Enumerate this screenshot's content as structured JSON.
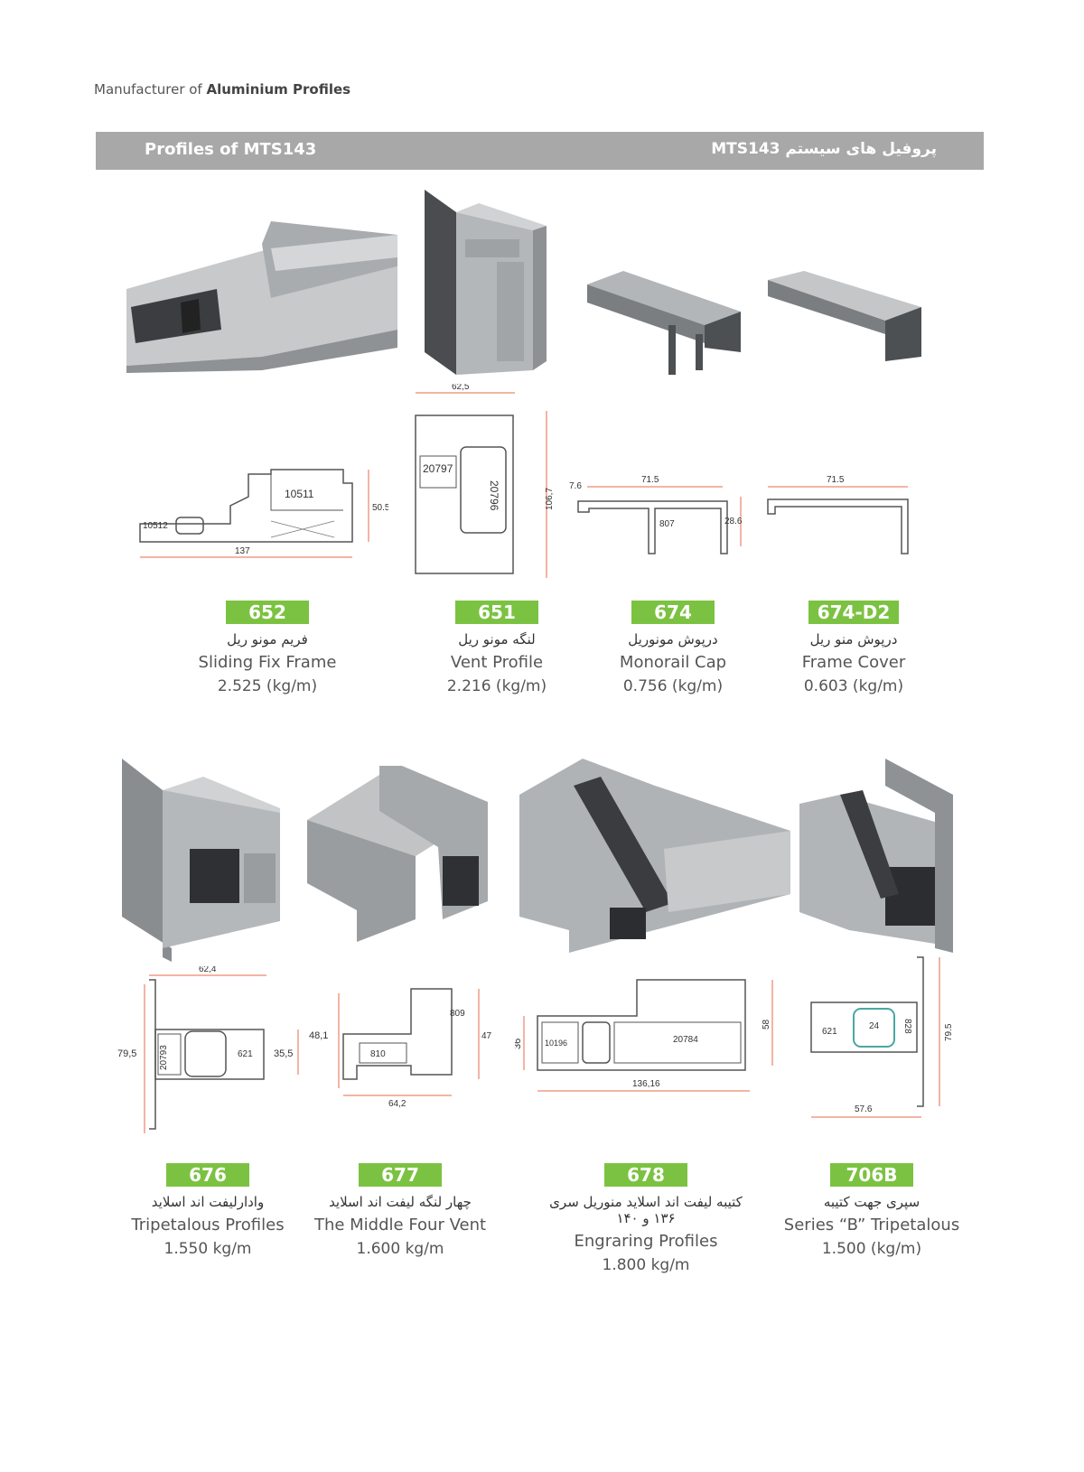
{
  "header": {
    "prefix": "Manufacturer of ",
    "brand": "Aluminium Profiles"
  },
  "banner": {
    "title_en": "Profiles of MTS143",
    "title_fa": "پروفیل های سیستم MTS143"
  },
  "profiles": [
    {
      "code": "652",
      "name_fa": "فریم مونو ریل",
      "name_en": "Sliding Fix Frame",
      "weight": "2.525 (kg/m)",
      "dims": [
        "10511",
        "10512",
        "50.5",
        "137"
      ]
    },
    {
      "code": "651",
      "name_fa": "لنگه مونو ریل",
      "name_en": "Vent Profile",
      "weight": "2.216 (kg/m)",
      "dims": [
        "62,5",
        "20797",
        "20796",
        "106,7"
      ]
    },
    {
      "code": "674",
      "name_fa": "درپوش مونوریل",
      "name_en": "Monorail Cap",
      "weight": "0.756 (kg/m)",
      "dims": [
        "7.6",
        "71.5",
        "807",
        "28.6"
      ]
    },
    {
      "code": "674-D2",
      "name_fa": "درپوش منو ریل",
      "name_en": "Frame Cover",
      "weight": "0.603 (kg/m)",
      "dims": [
        "71.5"
      ]
    },
    {
      "code": "676",
      "name_fa": "وادارلیفت اند اسلاید",
      "name_en": "Tripetalous Profiles",
      "weight": "1.550 kg/m",
      "dims": [
        "62,4",
        "79,5",
        "20793",
        "621",
        "35,5"
      ]
    },
    {
      "code": "677",
      "name_fa": "چهار لنگه لیفت اند اسلاید",
      "name_en": "The Middle Four Vent",
      "weight": "1.600 kg/m",
      "dims": [
        "48,1",
        "809",
        "810",
        "47",
        "64,2"
      ]
    },
    {
      "code": "678",
      "name_fa": "کتیبه لیفت اند اسلاید منوریل سری ۱۳۶ و ۱۴۰",
      "name_en": "Engraring Profiles",
      "weight": "1.800 kg/m",
      "dims": [
        "36",
        "10196",
        "20784",
        "58",
        "136,16"
      ]
    },
    {
      "code": "706B",
      "name_fa": "سپری جهت کتیبه",
      "name_en": "Series “B” Tripetalous",
      "weight": "1.500 (kg/m)",
      "dims": [
        "621",
        "24",
        "828",
        "79.5",
        "57.6"
      ]
    }
  ],
  "colors": {
    "accent_green": "#7cc242",
    "banner_gray": "#a8a8a8",
    "dimension_red": "#e86a4a",
    "metal": "#b9bcbf",
    "dark_metal": "#3d3f42"
  }
}
